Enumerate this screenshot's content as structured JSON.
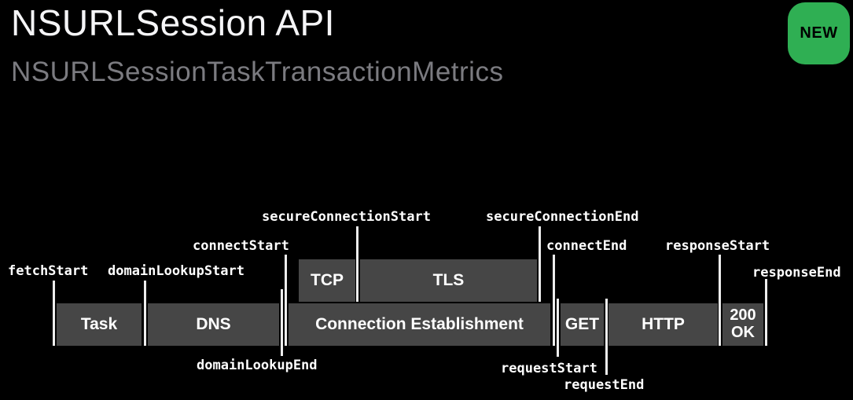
{
  "header": {
    "title": "NSURLSession API",
    "subtitle": "NSURLSessionTaskTransactionMetrics",
    "badge_label": "NEW"
  },
  "colors": {
    "background": "#000000",
    "box_fill": "#464646",
    "tick": "#ededed",
    "badge_green": "#2faf53",
    "title_text": "#f5f5f7",
    "subtitle_text": "#7b7b80",
    "label_text": "#ffffff"
  },
  "diagram": {
    "phases": {
      "task": "Task",
      "dns": "DNS",
      "connection": "Connection Establishment",
      "get": "GET",
      "http": "HTTP",
      "status_line1": "200",
      "status_line2": "OK"
    },
    "sub_phases": {
      "tcp": "TCP",
      "tls": "TLS"
    },
    "events": {
      "fetch_start": "fetchStart",
      "domain_lookup_start": "domainLookupStart",
      "domain_lookup_end": "domainLookupEnd",
      "connect_start": "connectStart",
      "secure_connection_start": "secureConnectionStart",
      "secure_connection_end": "secureConnectionEnd",
      "connect_end": "connectEnd",
      "request_start": "requestStart",
      "request_end": "requestEnd",
      "response_start": "responseStart",
      "response_end": "responseEnd"
    }
  }
}
